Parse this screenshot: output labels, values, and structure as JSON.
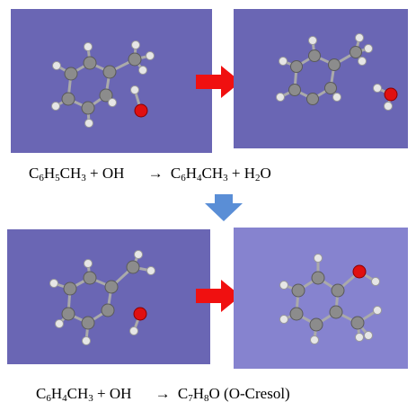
{
  "equation1": {
    "left": [
      [
        "C",
        ""
      ],
      [
        "6",
        "sub"
      ],
      [
        "H",
        ""
      ],
      [
        "5",
        "sub"
      ],
      [
        "CH",
        ""
      ],
      [
        "3",
        "sub"
      ],
      [
        " + OH",
        ""
      ]
    ],
    "arrow": "→",
    "right": [
      [
        "C",
        ""
      ],
      [
        "6",
        "sub"
      ],
      [
        "H",
        ""
      ],
      [
        "4",
        "sub"
      ],
      [
        "CH",
        ""
      ],
      [
        "3",
        "sub"
      ],
      [
        " + H",
        ""
      ],
      [
        "2",
        "sub"
      ],
      [
        "O",
        ""
      ]
    ]
  },
  "equation2": {
    "left": [
      [
        "C",
        ""
      ],
      [
        "6",
        "sub"
      ],
      [
        "H",
        ""
      ],
      [
        "4",
        "sub"
      ],
      [
        "CH",
        ""
      ],
      [
        "3",
        "sub"
      ],
      [
        " + OH",
        ""
      ]
    ],
    "arrow": "→",
    "right": [
      [
        "C",
        ""
      ],
      [
        "7",
        "sub"
      ],
      [
        "H",
        ""
      ],
      [
        "8",
        "sub"
      ],
      [
        "O (O-Cresol)",
        ""
      ]
    ]
  },
  "colors": {
    "panel_bg": "#6a66b4",
    "panel_bg_light": "#8683cf",
    "carbon": "#8c8c8c",
    "hydrogen": "#e6e6e6",
    "oxygen": "#e01010",
    "red_arrow": "#f01010",
    "blue_arrow": "#5a8ed6"
  }
}
